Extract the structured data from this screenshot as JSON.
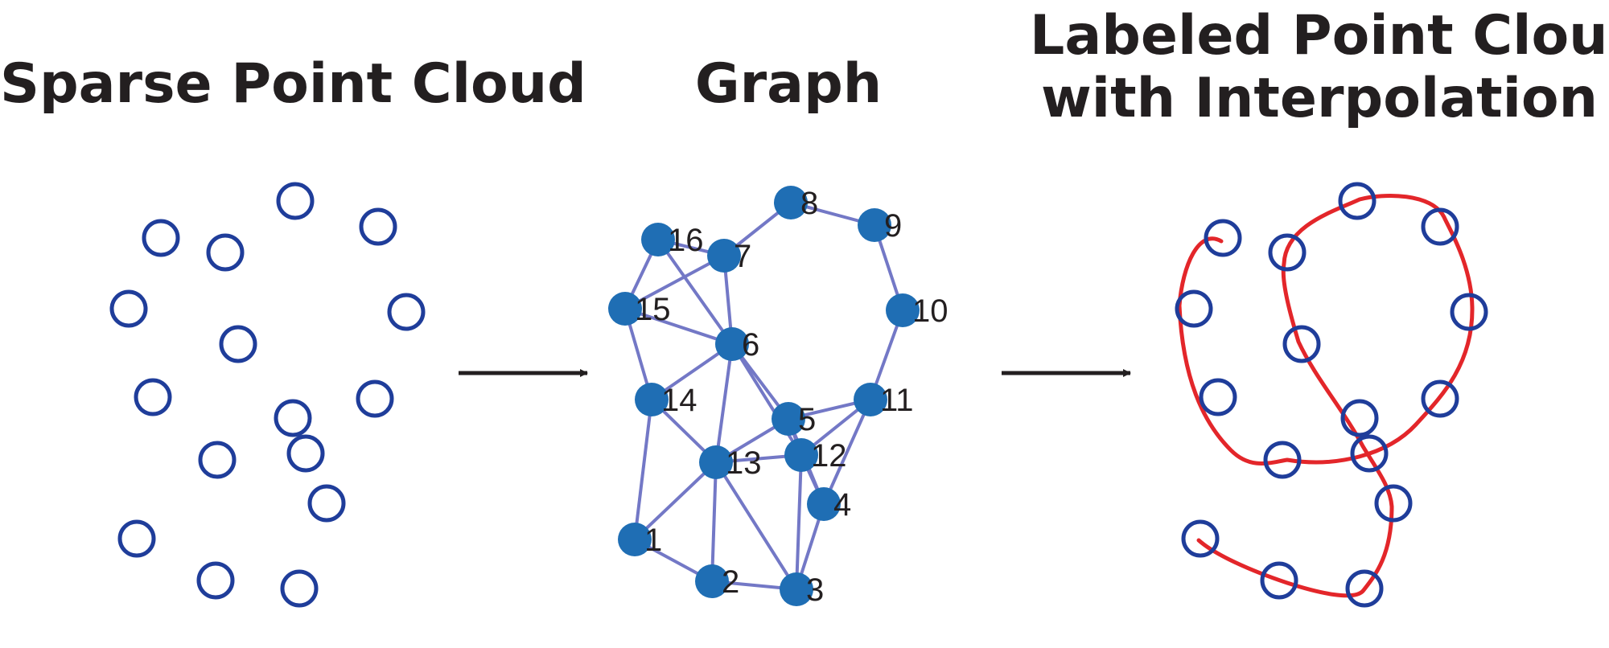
{
  "titles": {
    "sparse": "Sparse Point Cloud",
    "graph": "Graph",
    "labeled_line1": "Labeled Point Cloud",
    "labeled_line2": "with Interpolation"
  },
  "colors": {
    "open_point": "#1f3d9a",
    "node_fill": "#1f6eb4",
    "edge": "#7378c6",
    "curve": "#e3262a",
    "arrow": "#231f20",
    "text": "#231f20"
  },
  "graph_nodes": [
    {
      "id": "1",
      "label": "1"
    },
    {
      "id": "2",
      "label": "2"
    },
    {
      "id": "3",
      "label": "3"
    },
    {
      "id": "4",
      "label": "4"
    },
    {
      "id": "5",
      "label": "5"
    },
    {
      "id": "6",
      "label": "6"
    },
    {
      "id": "7",
      "label": "7"
    },
    {
      "id": "8",
      "label": "8"
    },
    {
      "id": "9",
      "label": "9"
    },
    {
      "id": "10",
      "label": "10"
    },
    {
      "id": "11",
      "label": "11"
    },
    {
      "id": "12",
      "label": "12"
    },
    {
      "id": "13",
      "label": "13"
    },
    {
      "id": "14",
      "label": "14"
    },
    {
      "id": "15",
      "label": "15"
    },
    {
      "id": "16",
      "label": "16"
    }
  ],
  "graph_edges": [
    [
      "1",
      "2"
    ],
    [
      "2",
      "3"
    ],
    [
      "1",
      "14"
    ],
    [
      "1",
      "13"
    ],
    [
      "2",
      "13"
    ],
    [
      "3",
      "13"
    ],
    [
      "3",
      "4"
    ],
    [
      "3",
      "12"
    ],
    [
      "4",
      "12"
    ],
    [
      "4",
      "11"
    ],
    [
      "4",
      "5"
    ],
    [
      "5",
      "12"
    ],
    [
      "5",
      "11"
    ],
    [
      "5",
      "6"
    ],
    [
      "5",
      "13"
    ],
    [
      "12",
      "13"
    ],
    [
      "12",
      "11"
    ],
    [
      "12",
      "6"
    ],
    [
      "13",
      "14"
    ],
    [
      "13",
      "6"
    ],
    [
      "14",
      "6"
    ],
    [
      "14",
      "15"
    ],
    [
      "15",
      "6"
    ],
    [
      "15",
      "16"
    ],
    [
      "15",
      "7"
    ],
    [
      "16",
      "6"
    ],
    [
      "16",
      "7"
    ],
    [
      "7",
      "6"
    ],
    [
      "7",
      "8"
    ],
    [
      "8",
      "9"
    ],
    [
      "9",
      "10"
    ],
    [
      "10",
      "11"
    ]
  ]
}
